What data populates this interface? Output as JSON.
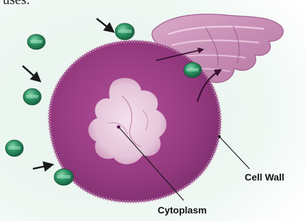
{
  "caption_fragment": "uses.",
  "labels": {
    "cell_wall": "Cell Wall",
    "cytoplasm": "Cytoplasm"
  },
  "colors": {
    "cell_fill": "#9a3f86",
    "cell_edge": "#c68ab4",
    "nucleus": "#f0d8e6",
    "enzyme": "#1f7a52",
    "arrow": "#1a1a1a",
    "background_tint": "#e3f2ea"
  },
  "icons": {
    "enzyme": "enzyme-sphere-icon",
    "arrow": "arrow-icon"
  }
}
